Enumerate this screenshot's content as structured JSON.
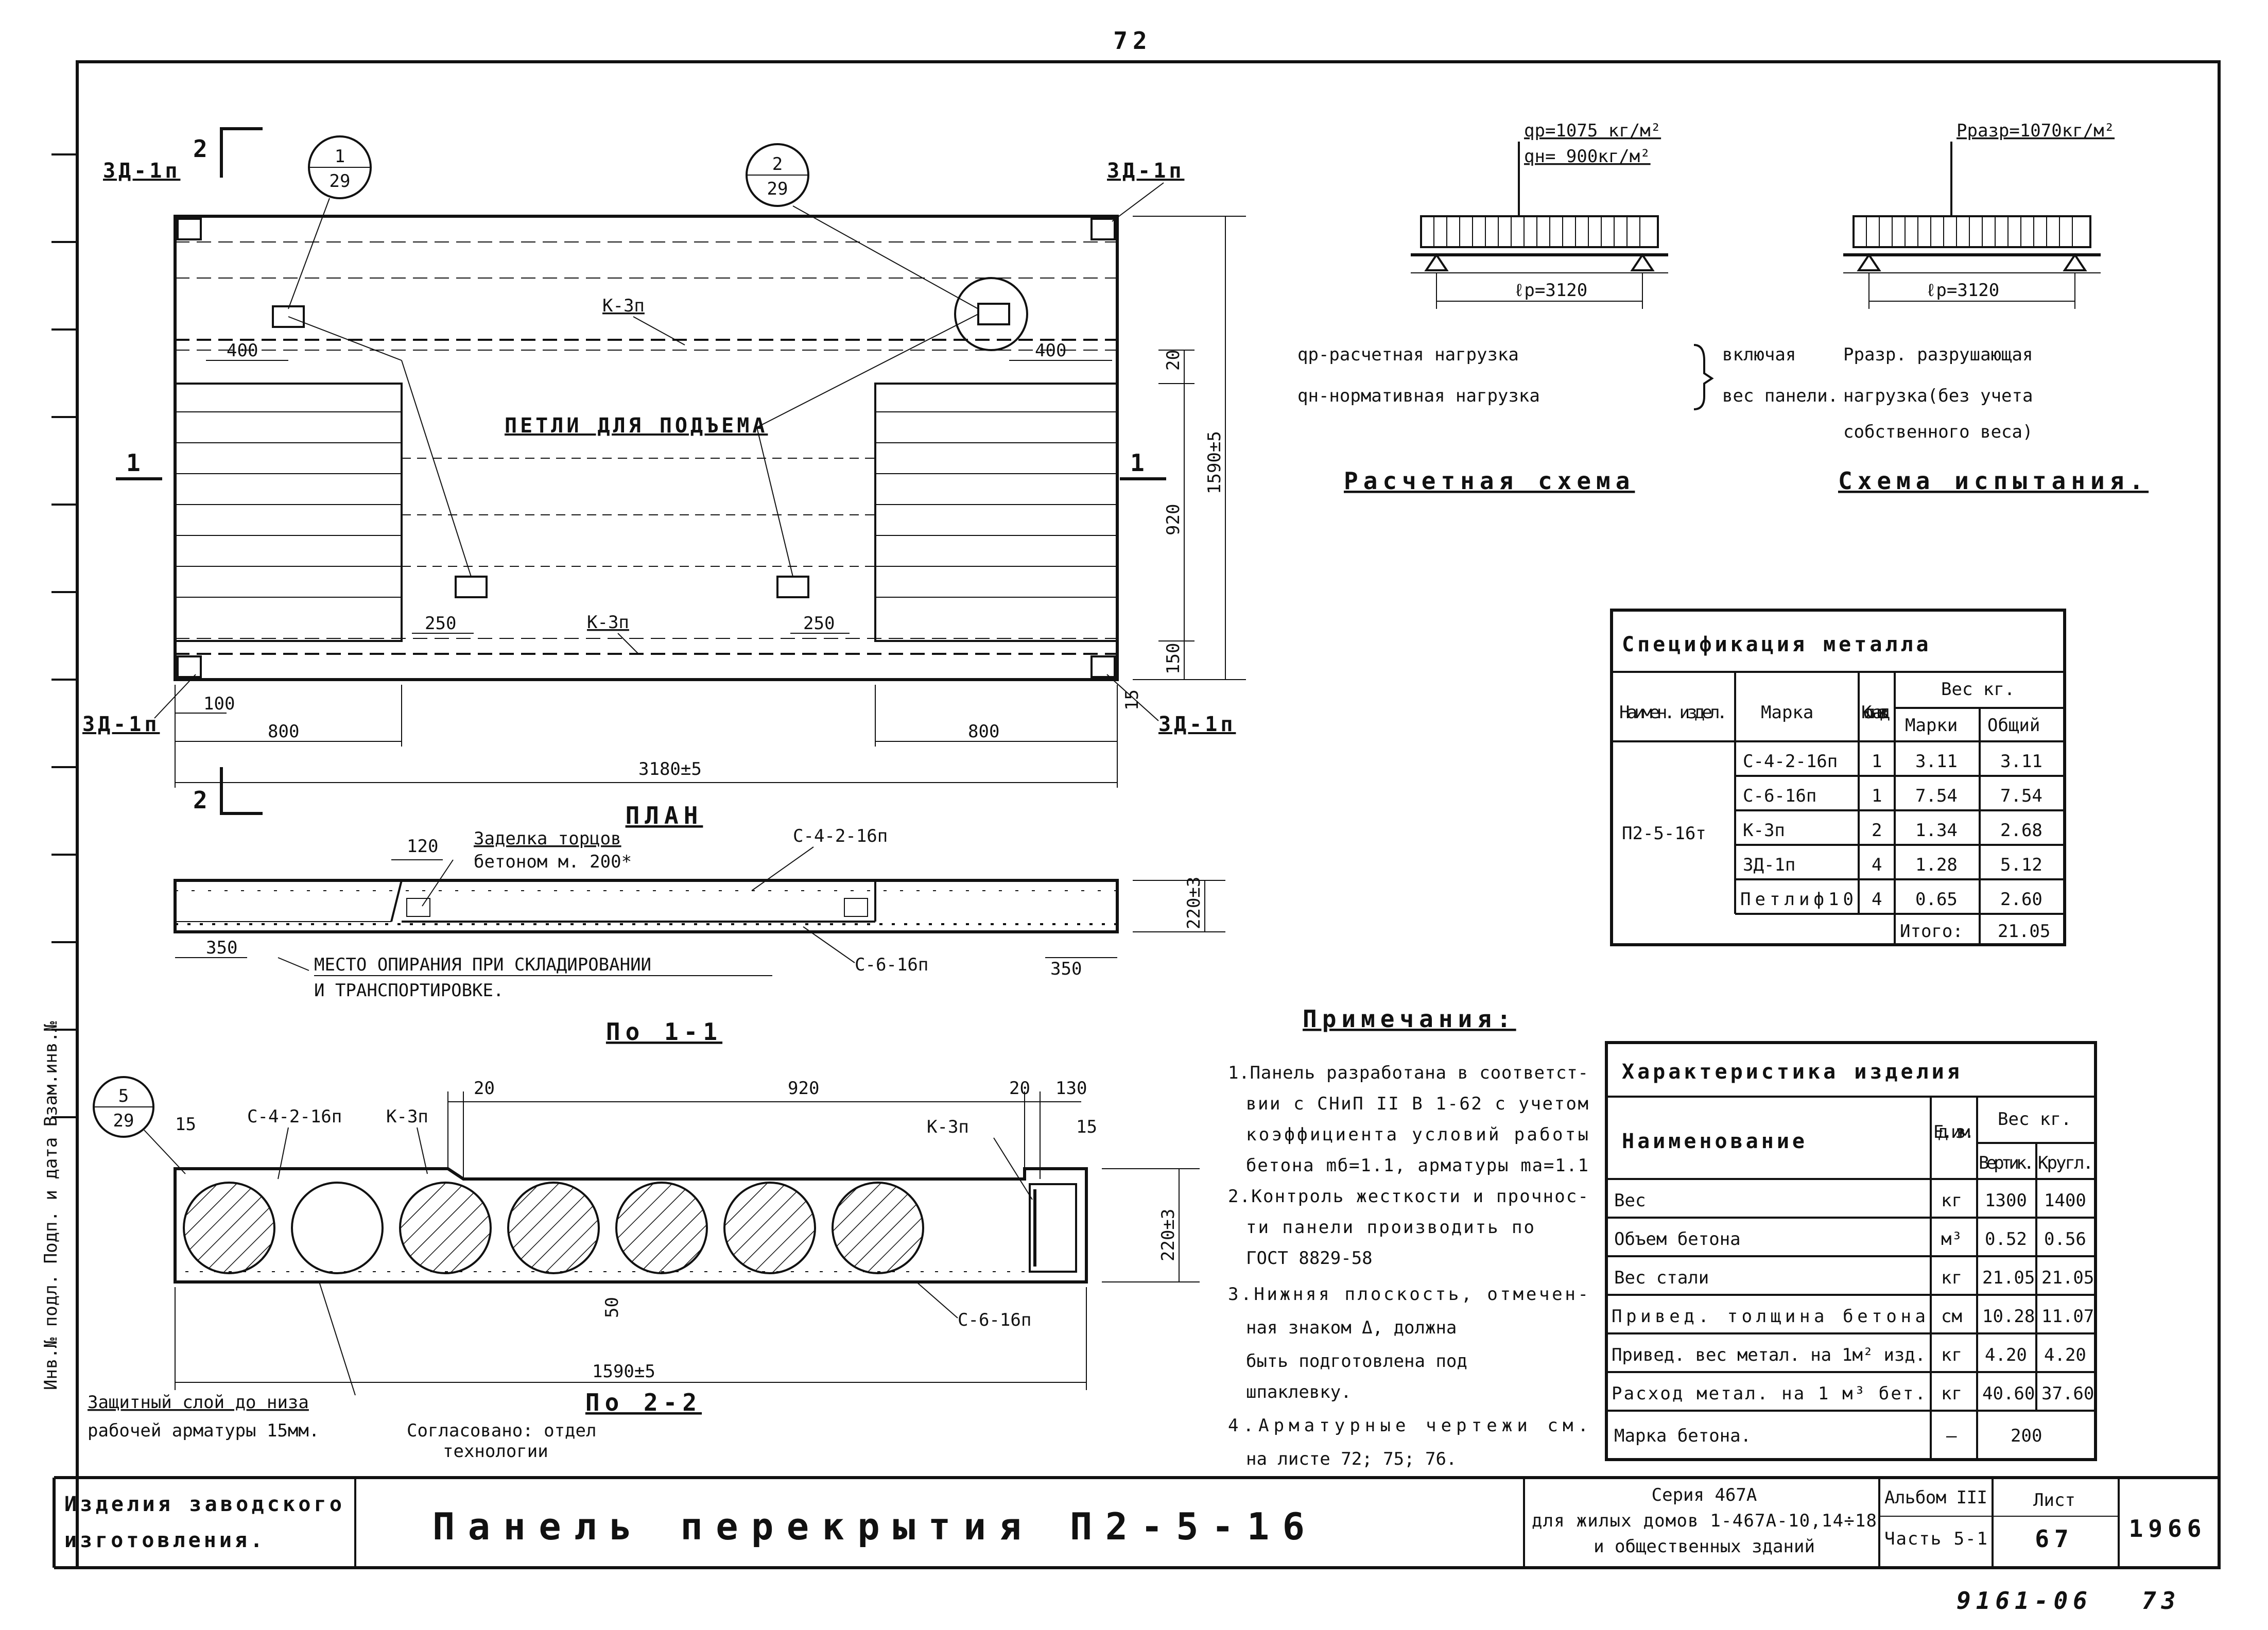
{
  "page_number_top": "72",
  "plan": {
    "callout_1": {
      "num": "1",
      "sheet": "29"
    },
    "callout_2": {
      "num": "2",
      "sheet": "29"
    },
    "section_1_label": "1",
    "section_2_label": "2",
    "zd_labels": [
      "3Д-1п",
      "3Д-1п",
      "3Д-1п",
      "3Д-1п"
    ],
    "k3p_top": "К-3п",
    "k3p_bottom": "К-3п",
    "dim_400_left": "400",
    "dim_400_right": "400",
    "dim_20": "20",
    "dim_920": "920",
    "dim_1590": "1590±5",
    "dim_150": "150",
    "dim_15": "15",
    "dim_250_left": "250",
    "dim_250_right": "250",
    "dim_100": "100",
    "dim_800_left": "800",
    "dim_800_right": "800",
    "dim_3180": "3180±5",
    "lifting_loops": "ПЕТЛИ ДЛЯ ПОДЪЕМА",
    "title": "ПЛАН"
  },
  "section_1_1": {
    "dim_120": "120",
    "sealing_note_line1": "Заделка торцов",
    "sealing_note_line2": "бетоном м. 200*",
    "rebar_top": "С-4-2-16п",
    "rebar_bottom": "С-6-16п",
    "dim_350_left": "350",
    "dim_350_right": "350",
    "dim_220": "220±3",
    "support_note_line1": "МЕСТО ОПИРАНИЯ ПРИ СКЛАДИРОВАНИИ",
    "support_note_line2": "И ТРАНСПОРТИРОВКЕ.",
    "title": "По 1-1"
  },
  "section_2_2": {
    "callout_5": {
      "num": "5",
      "sheet": "29"
    },
    "dim_15_left": "15",
    "rebar_c4": "С-4-2-16п",
    "rebar_k3_left": "К-3п",
    "rebar_k3_right": "К-3п",
    "dim_20_left": "20",
    "dim_920": "920",
    "dim_20_right": "20",
    "dim_130": "130",
    "dim_15_right": "15",
    "dim_220": "220±3",
    "dim_50": "50",
    "rebar_c6": "С-6-16п",
    "dim_1590": "1590±5",
    "protective_note_line1": "Защитный слой до низа",
    "protective_note_line2": "рабочей арматуры 15мм.",
    "agreed_line1": "Согласовано: отдел",
    "agreed_line2": "технологии",
    "title": "По 2-2"
  },
  "calc_scheme": {
    "qp": "qр=1075 кг/м²",
    "qn": "qн= 900кг/м²",
    "span": "ℓр=3120",
    "legend_qp": "qр-расчетная нагрузка",
    "legend_qn": "qн-нормативная нагрузка",
    "legend_incl1": "включая",
    "legend_incl2": "вес панели.",
    "title": "Расчетная схема"
  },
  "test_scheme": {
    "p": "Pразр=1070кг/м²",
    "span": "ℓр=3120",
    "legend_line1": "Pразр. разрушающая",
    "legend_line2": "нагрузка(без учета",
    "legend_line3": "собственного веса)",
    "title": "Схема испытания."
  },
  "spec_table": {
    "title": "Спецификация металла",
    "col_name": "Наимен. издел.",
    "col_mark": "Марка",
    "col_qty": "Кол. на изд.",
    "col_weight": "Вес кг.",
    "col_w_mark": "Марки",
    "col_w_total": "Общий",
    "product": "П2-5-16т",
    "rows": [
      {
        "mark": "С-4-2-16п",
        "qty": "1",
        "w_mark": "3.11",
        "w_total": "3.11"
      },
      {
        "mark": "С-6-16п",
        "qty": "1",
        "w_mark": "7.54",
        "w_total": "7.54"
      },
      {
        "mark": "К-3п",
        "qty": "2",
        "w_mark": "1.34",
        "w_total": "2.68"
      },
      {
        "mark": "3Д-1п",
        "qty": "4",
        "w_mark": "1.28",
        "w_total": "5.12"
      },
      {
        "mark": "Петлиф10",
        "qty": "4",
        "w_mark": "0.65",
        "w_total": "2.60"
      }
    ],
    "total_label": "Итого:",
    "total_value": "21.05"
  },
  "notes": {
    "title": "Примечания:",
    "lines": [
      "1.Панель разработана в соответст-",
      "вии с СНиП ІІ В 1-62 с учетом",
      "коэффициента условий работы",
      "бетона mб=1.1, арматуры mа=1.1",
      "2.Контроль жесткости и прочнос-",
      "ти панели производить по",
      "ГОСТ 8829-58",
      "3.Нижняя плоскость, отмечен-",
      "ная знаком Δ, должна",
      "быть подготовлена под",
      "шпаклевку.",
      "4.Арматурные чертежи см.",
      "на листе 72; 75; 76."
    ]
  },
  "char_table": {
    "title": "Характеристика изделия",
    "col_name": "Наименование",
    "col_unit": "Ед. изм.",
    "col_weight": "Вес кг.",
    "col_vert": "Вертик.",
    "col_round": "Кругл.",
    "rows": [
      {
        "name": "Вес",
        "unit": "кг",
        "vert": "1300",
        "round": "1400"
      },
      {
        "name": "Объем бетона",
        "unit": "м³",
        "vert": "0.52",
        "round": "0.56"
      },
      {
        "name": "Вес стали",
        "unit": "кг",
        "vert": "21.05",
        "round": "21.05"
      },
      {
        "name": "Привед. толщина бетона",
        "unit": "см",
        "vert": "10.28",
        "round": "11.07"
      },
      {
        "name": "Привед. вес метал. на 1м² изд.",
        "unit": "кг",
        "vert": "4.20",
        "round": "4.20"
      },
      {
        "name": "Расход метал. на 1 м³ бет.",
        "unit": "кг",
        "vert": "40.60",
        "round": "37.60"
      }
    ],
    "grade_label": "Марка бетона.",
    "grade_unit": "—",
    "grade_value": "200"
  },
  "title_block": {
    "left_line1": "Изделия заводского",
    "left_line2": "изготовления.",
    "main_title": "Панель перекрытия П2-5-16",
    "series_line1": "Серия 467А",
    "series_line2": "для жилых домов 1-467А-10,14÷18",
    "series_line3": "и общественных зданий",
    "album": "Альбом ІІІ",
    "part": "Часть 5-1",
    "sheet_label": "Лист",
    "sheet_number": "67",
    "year": "1966"
  },
  "bottom_code": "9161-06",
  "bottom_page": "73",
  "side_stamp": "Инв.№ подл. Подп. и дата Взам.инв.№"
}
